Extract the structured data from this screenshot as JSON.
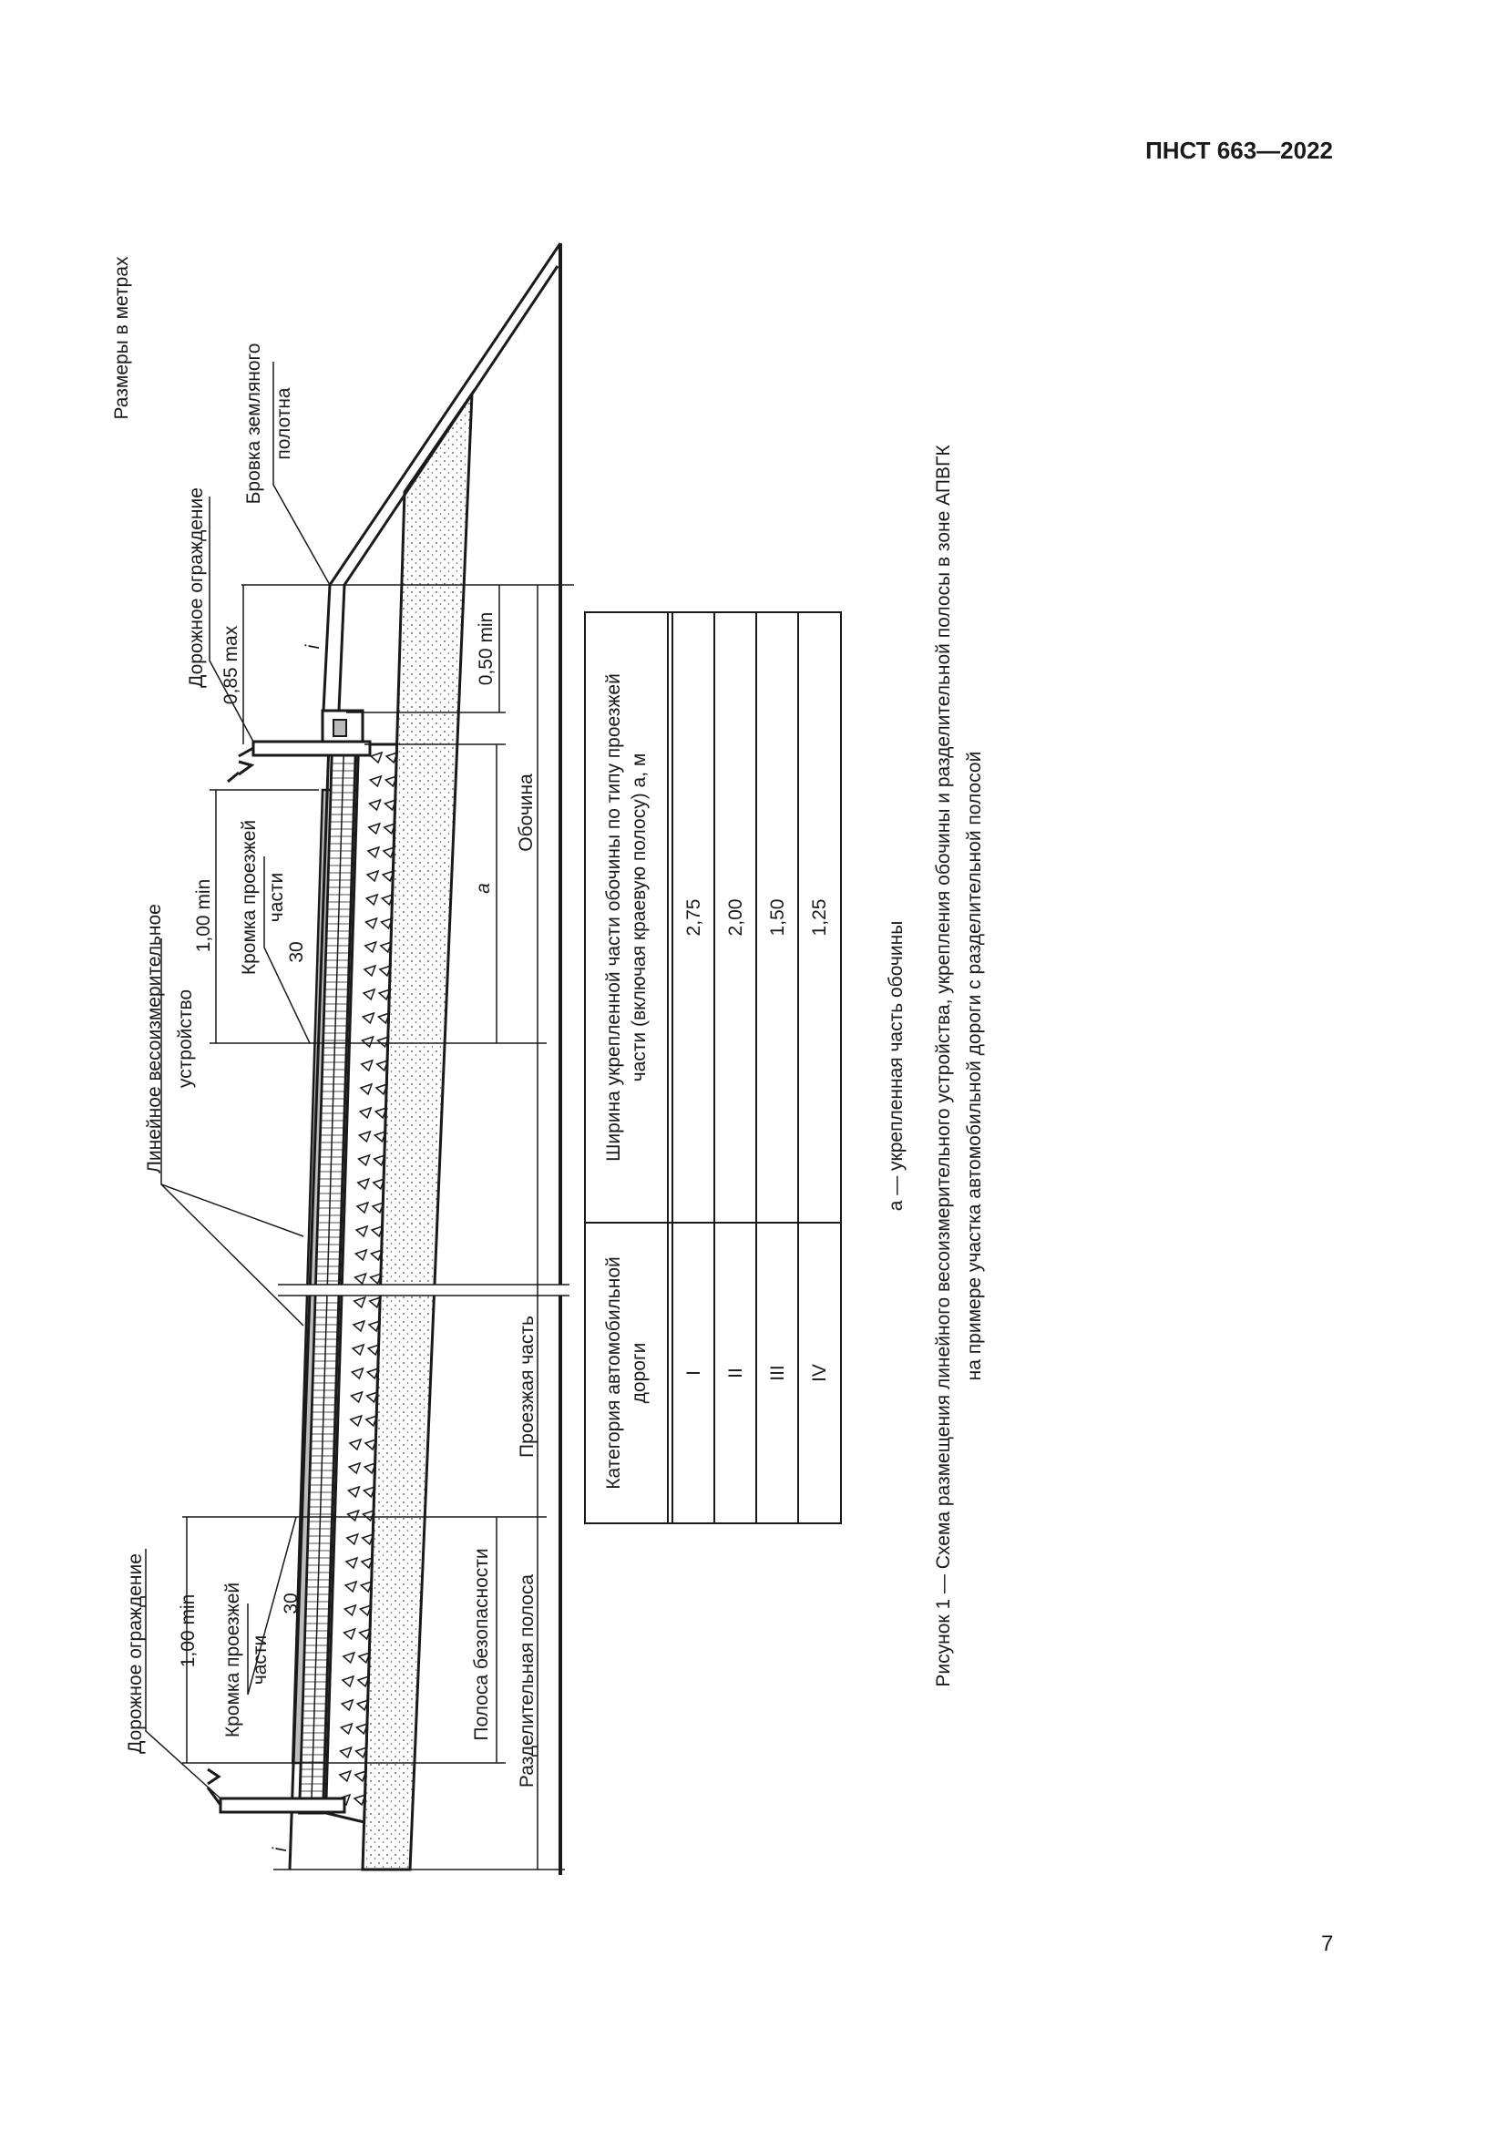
{
  "header": {
    "doc_id": "ПНСТ 663—2022"
  },
  "note": "Размеры в метрах",
  "diagram": {
    "label_brovka": [
      "Бровка земляного",
      "полотна"
    ],
    "label_guard_top": "Дорожное ограждение",
    "label_guard_bottom": "Дорожное ограждение",
    "dim_085": "0,85 max",
    "dim_050": "0,50 min",
    "dim_100_top": "1,00 min",
    "dim_100_bottom": "1,00 min",
    "dim_a": "а",
    "slope_i_top": "i",
    "slope_i_bottom": "i",
    "label_edge_top": [
      "Кромка проезжей",
      "части"
    ],
    "label_edge_bottom": [
      "Кромка проезжей",
      "части"
    ],
    "angle_top": "30",
    "angle_bottom": "30",
    "label_device": [
      "Линейное весоизмерительное",
      "устройство"
    ],
    "zone_shoulder": "Обочина",
    "zone_carriageway": "Проезжая часть",
    "zone_safety": "Полоса безопасности",
    "zone_median": "Разделительная полоса"
  },
  "table": {
    "headers": [
      [
        "Категория автомобильной",
        "дороги"
      ],
      [
        "Ширина укрепленной части обочины по типу проезжей",
        "части (включая краевую полосу) а, м"
      ]
    ],
    "rows": [
      [
        "I",
        "2,75"
      ],
      [
        "II",
        "2,00"
      ],
      [
        "III",
        "1,50"
      ],
      [
        "IV",
        "1,25"
      ]
    ]
  },
  "legend": "а — укрепленная часть обочины",
  "caption": [
    "Рисунок 1 — Схема размещения линейного весоизмерительного устройства, укрепления обочины и разделительной полосы в зоне АПВГК",
    "на примере участка автомобильной дороги с разделительной полосой"
  ],
  "page_number": "7"
}
